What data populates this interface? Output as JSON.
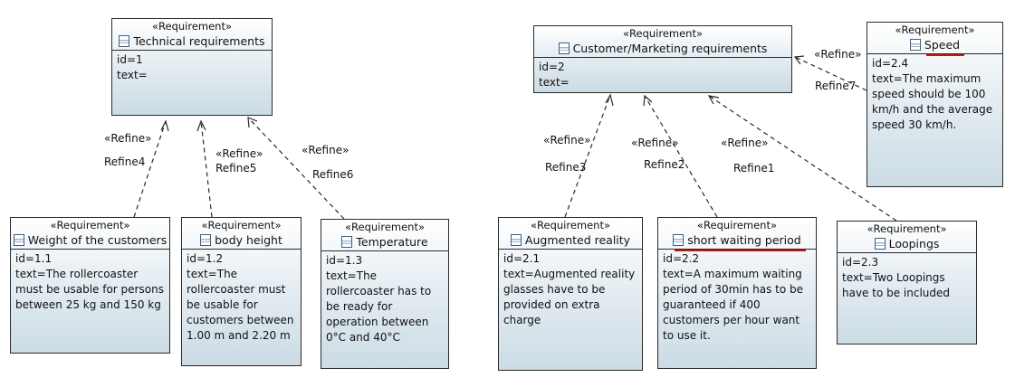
{
  "diagram": {
    "stereotype": "«Requirement»",
    "requirements": {
      "technical": {
        "title": "Technical requirements",
        "id": "id=1",
        "text": "text="
      },
      "customer_marketing": {
        "title": "Customer/Marketing requirements",
        "id": "id=2",
        "text": "text="
      },
      "speed": {
        "title": "Speed",
        "id": "id=2.4",
        "text": "text=The maximum\nspeed should be 100\nkm/h and the average\nspeed 30 km/h."
      },
      "weight": {
        "title": "Weight of the customers",
        "id": "id=1.1",
        "text": "text=The rollercoaster\nmust be usable for persons\nbetween 25 kg and 150 kg"
      },
      "body_height": {
        "title": "body height",
        "id": "id=1.2",
        "text": "text=The\nrollercoaster must\nbe usable for\ncustomers between\n1.00 m and 2.20 m"
      },
      "temperature": {
        "title": "Temperature",
        "id": "id=1.3",
        "text": "text=The\nrollercoaster has to\nbe ready for\noperation between\n0°C and 40°C"
      },
      "augmented_reality": {
        "title": "Augmented reality",
        "id": "id=2.1",
        "text": "text=Augmented reality\nglasses have to be\nprovided on extra\ncharge"
      },
      "short_waiting": {
        "title": "short waiting period",
        "id": "id=2.2",
        "text": "text=A maximum waiting\nperiod of 30min has to be\nguaranteed if 400\ncustomers per hour want\nto use it."
      },
      "loopings": {
        "title": "Loopings",
        "id": "id=2.3",
        "text": "text=Two Loopings\nhave to be included"
      }
    },
    "relations": {
      "refine_stereotype": "«Refine»",
      "refine1": "Refine1",
      "refine2": "Refine2",
      "refine3": "Refine3",
      "refine4": "Refine4",
      "refine5": "Refine5",
      "refine6": "Refine6",
      "refine7": "Refine7"
    },
    "colors": {
      "underline": "#cc1111",
      "border": "#2a2a2a",
      "arrow": "#2a2a2a"
    }
  }
}
